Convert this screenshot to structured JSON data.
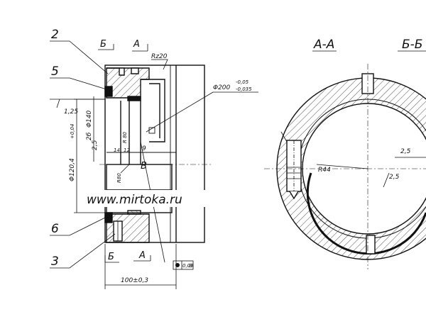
{
  "labels": {
    "part_2": "2",
    "part_5": "5",
    "part_6": "6",
    "part_3": "3",
    "section_b_top": "Б",
    "section_a_top": "А",
    "section_b_bottom": "Б",
    "section_a_bottom": "А",
    "view_aa": "А-А",
    "view_bb": "Б-Б",
    "rz": "Rz20",
    "d200": "Φ200",
    "d200_tol_up": "-0,05",
    "d200_tol_dn": "-0,035",
    "d140": "Φ140",
    "d140_prefix": "2б",
    "d120": "Φ120,4",
    "d120_tol": "+0,04",
    "dim_125": "1,25",
    "dim_25_left": "2,5",
    "r80_a": "R 80",
    "r80_b": "R80",
    "width": "100±0,3",
    "ref_v": "В",
    "tol_box_val": "0,03",
    "tol_box_ref": "В",
    "r44": "R44",
    "dim_25_a": "2,5",
    "dim_25_b": "2,5",
    "small_14": "14",
    "small_12": "12",
    "small_9": "9"
  },
  "watermark": "www.mirtoka.ru"
}
